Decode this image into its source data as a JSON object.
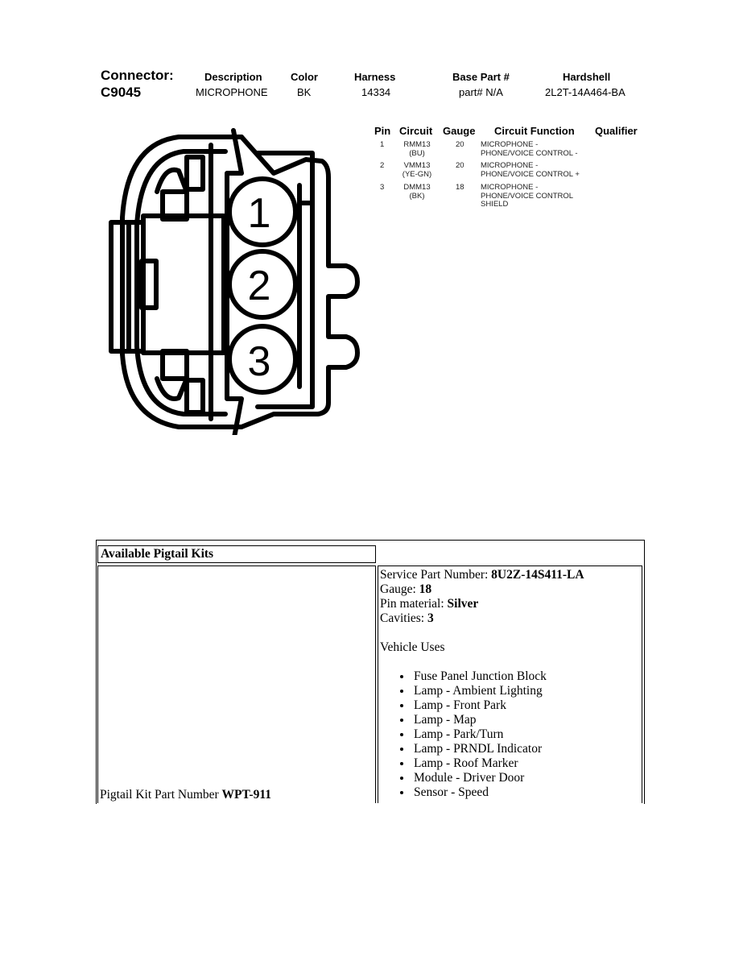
{
  "connector": {
    "label": "Connector:",
    "id": "C9045",
    "headers": {
      "description": "Description",
      "color": "Color",
      "harness": "Harness",
      "base_part": "Base Part #",
      "hardshell": "Hardshell"
    },
    "values": {
      "description": "MICROPHONE",
      "color": "BK",
      "harness": "14334",
      "base_part": "part# N/A",
      "hardshell": "2L2T-14A464-BA"
    }
  },
  "pin_table": {
    "headers": {
      "pin": "Pin",
      "circuit": "Circuit",
      "gauge": "Gauge",
      "function": "Circuit Function",
      "qualifier": "Qualifier"
    },
    "rows": [
      {
        "pin": "1",
        "circuit": "RMM13",
        "circuit_color": "(BU)",
        "gauge": "20",
        "function_1": "MICROPHONE -",
        "function_2": "PHONE/VOICE CONTROL -",
        "function_3": ""
      },
      {
        "pin": "2",
        "circuit": "VMM13",
        "circuit_color": "(YE-GN)",
        "gauge": "20",
        "function_1": "MICROPHONE -",
        "function_2": "PHONE/VOICE CONTROL +",
        "function_3": ""
      },
      {
        "pin": "3",
        "circuit": "DMM13",
        "circuit_color": "(BK)",
        "gauge": "18",
        "function_1": "MICROPHONE -",
        "function_2": "PHONE/VOICE CONTROL",
        "function_3": "SHIELD"
      }
    ]
  },
  "diagram": {
    "cavities": [
      "1",
      "2",
      "3"
    ]
  },
  "pigtail": {
    "title": "Available Pigtail Kits",
    "kit_label": "Pigtail Kit Part Number ",
    "kit_number": "WPT-911",
    "service_label": "Service Part Number: ",
    "service_value": "8U2Z-14S411-LA",
    "gauge_label": "Gauge: ",
    "gauge_value": "18",
    "pin_label": "Pin material: ",
    "pin_value": "Silver",
    "cavities_label": "Cavities: ",
    "cavities_value": "3",
    "uses_title": "Vehicle Uses",
    "uses": [
      "Fuse Panel Junction Block",
      "Lamp - Ambient Lighting",
      "Lamp - Front Park",
      "Lamp - Map",
      "Lamp - Park/Turn",
      "Lamp - PRNDL Indicator",
      "Lamp - Roof Marker",
      "Module - Driver Door",
      "Sensor - Speed"
    ]
  }
}
